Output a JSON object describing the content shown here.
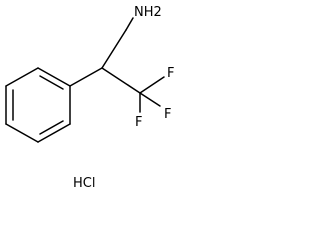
{
  "molecule": {
    "atoms": {
      "amine": "NH2",
      "fluorine_top": "F",
      "fluorine_right": "F",
      "fluorine_bottom": "F"
    },
    "salt": "HCl"
  }
}
